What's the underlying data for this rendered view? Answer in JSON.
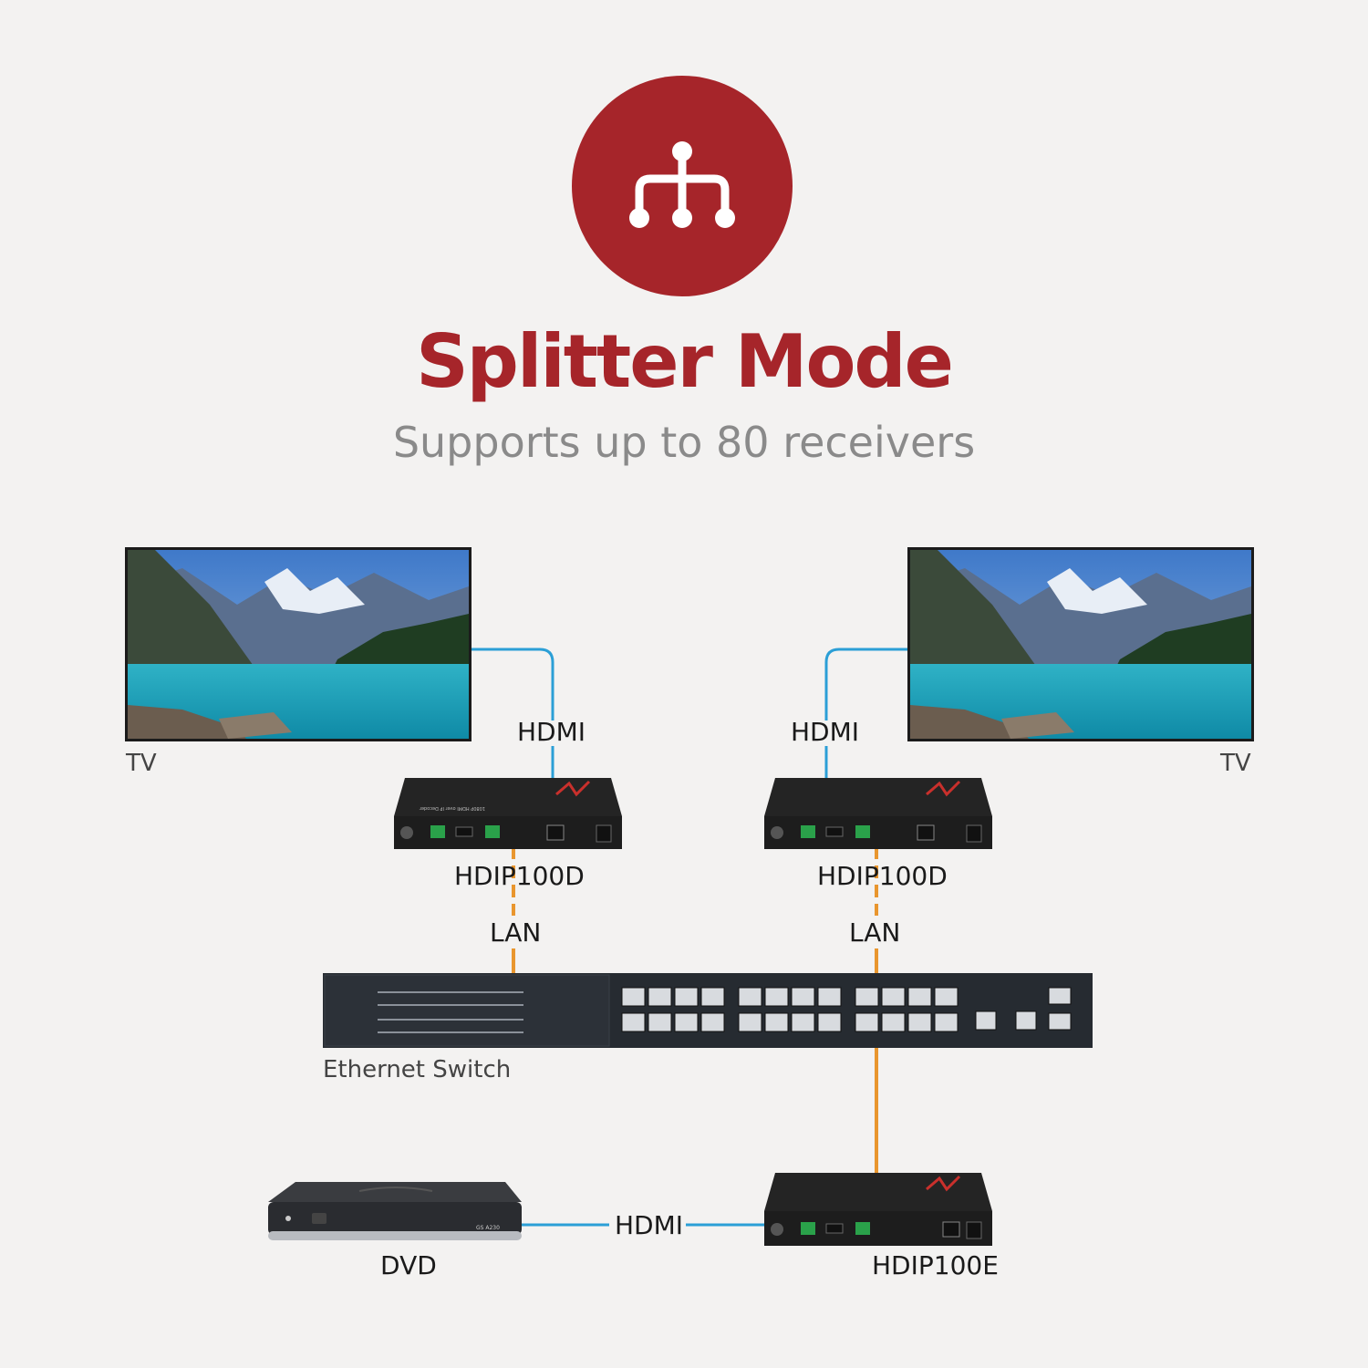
{
  "header": {
    "icon": "split-network-icon",
    "title": "Splitter Mode",
    "subtitle": "Supports up to 80 receivers"
  },
  "diagram": {
    "tv_left_label": "TV",
    "tv_right_label": "TV",
    "decoder_left_label": "HDIP100D",
    "decoder_right_label": "HDIP100D",
    "encoder_label": "HDIP100E",
    "switch_label": "Ethernet Switch",
    "dvd_label": "DVD",
    "hdmi_left": "HDMI",
    "hdmi_right": "HDMI",
    "hdmi_bottom": "HDMI",
    "lan_left": "LAN",
    "lan_right": "LAN",
    "device_caption": "1080P HDMI over IP Decoder",
    "dvd_model": "GS A230"
  },
  "colors": {
    "brand_red": "#a6252a",
    "hdmi_cable": "#2b9fd6",
    "lan_cable": "#e9962e"
  }
}
